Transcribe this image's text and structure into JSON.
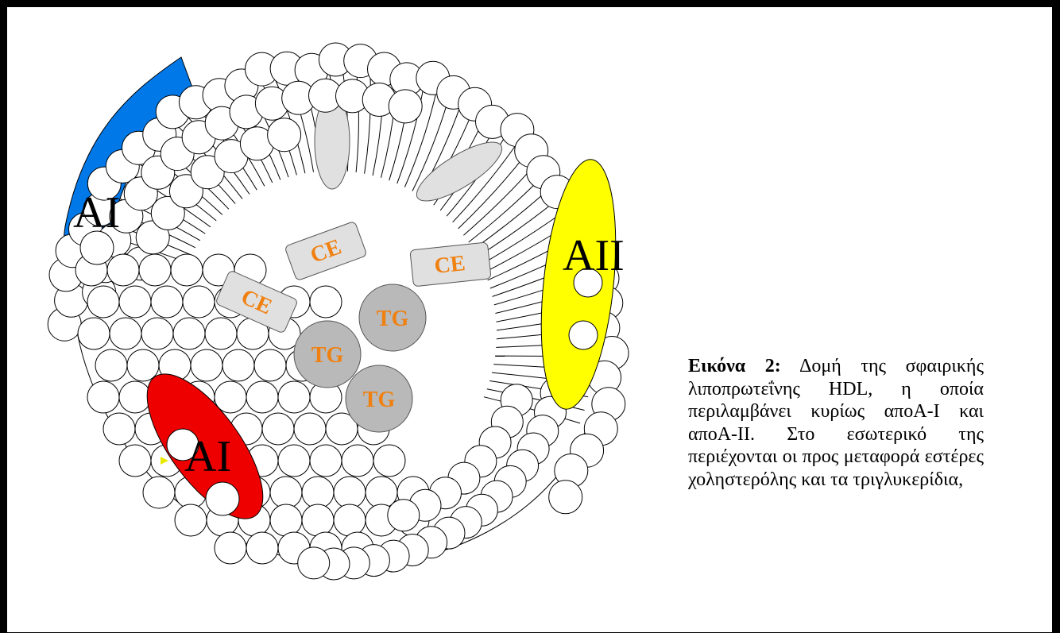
{
  "diagram": {
    "proteins": {
      "apoA1_top": "AI",
      "apoA1_bottom": "AI",
      "apoA2": "AII"
    },
    "cholesteryl_esters": [
      "CE",
      "CE",
      "CE"
    ],
    "triglycerides": [
      "TG",
      "TG",
      "TG"
    ],
    "colors": {
      "apoA1_top": "#0078e8",
      "apoA1_bottom": "#ee0000",
      "apoA2": "#ffff00",
      "core_label": "#f08010",
      "ce_fill": "#e0e0e0",
      "tg_fill": "#b9b9b9"
    }
  },
  "caption": {
    "label": "Εικόνα 2:",
    "text": "Δομή της σφαιρικής λιποπρωτεΐνης HDL, η οποία περιλαμβάνει κυρίως αποA-I και αποA-II. Στο εσωτερικό της περιέχονται οι προς μεταφορά εστέρες χοληστερόλης και τα τριγλυκερίδια,"
  }
}
